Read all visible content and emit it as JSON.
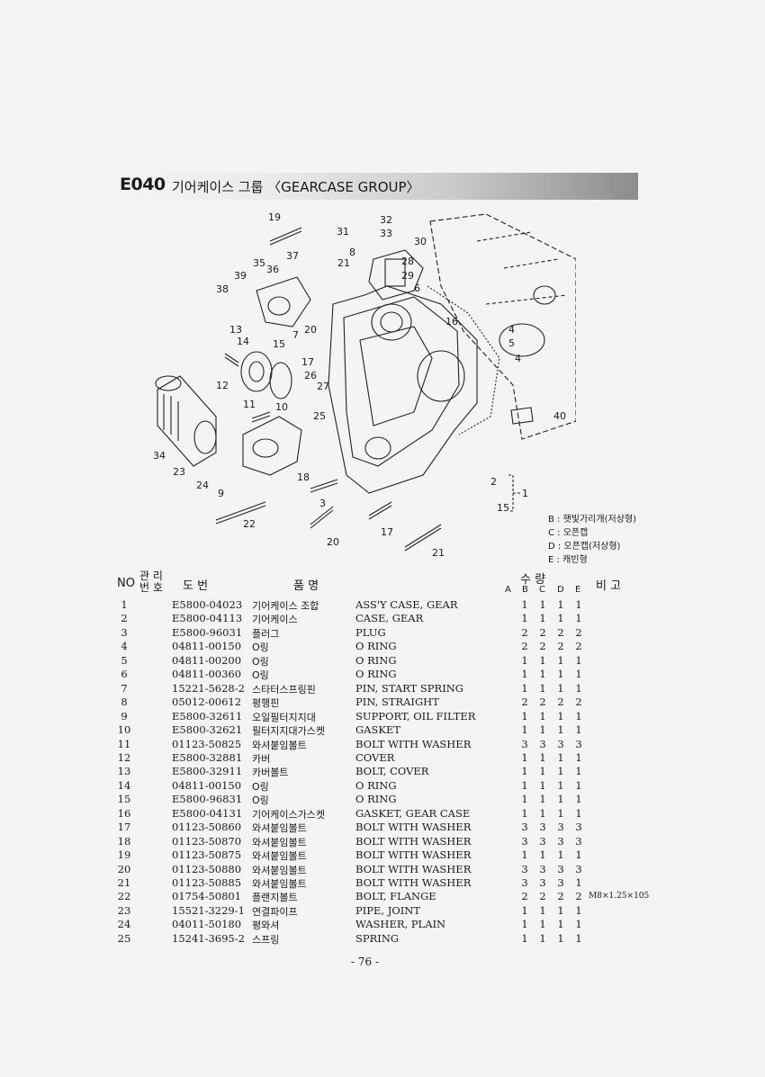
{
  "header": {
    "code": "E040",
    "title": "기어케이스 그룹 〈GEARCASE GROUP〉"
  },
  "diagram": {
    "callouts": [
      "1",
      "2",
      "3",
      "4",
      "5",
      "6",
      "7",
      "8",
      "9",
      "10",
      "11",
      "12",
      "13",
      "14",
      "15",
      "16",
      "17",
      "18",
      "19",
      "20",
      "21",
      "22",
      "23",
      "24",
      "25",
      "26",
      "27",
      "28",
      "29",
      "30",
      "31",
      "32",
      "33",
      "34",
      "35",
      "36",
      "37",
      "38",
      "39",
      "40"
    ]
  },
  "legend": [
    "B : 햇빛가리개(저상형)",
    "C : 오픈캡",
    "D : 오픈캡(저상형)",
    "E : 캐빈형"
  ],
  "table_header": {
    "no": "NO",
    "mgmt_top": "관 리",
    "mgmt_bottom": "번 호",
    "drawing_no": "도   번",
    "name": "품                  명",
    "qty": "수       량",
    "qty_cols": [
      "A",
      "B",
      "C",
      "D",
      "E"
    ],
    "remarks": "비  고"
  },
  "rows": [
    {
      "no": "1",
      "pn": "E5800-04023",
      "kr": "기어케이스 조합",
      "en": "ASS'Y CASE, GEAR",
      "b": "1",
      "c": "1",
      "d": "1",
      "e": "1",
      "rm": ""
    },
    {
      "no": "2",
      "pn": "E5800-04113",
      "kr": "기어케이스",
      "en": "CASE, GEAR",
      "b": "1",
      "c": "1",
      "d": "1",
      "e": "1",
      "rm": ""
    },
    {
      "no": "3",
      "pn": "E5800-96031",
      "kr": "플러그",
      "en": "PLUG",
      "b": "2",
      "c": "2",
      "d": "2",
      "e": "2",
      "rm": ""
    },
    {
      "no": "4",
      "pn": "04811-00150",
      "kr": "O링",
      "en": "O RING",
      "b": "2",
      "c": "2",
      "d": "2",
      "e": "2",
      "rm": ""
    },
    {
      "no": "5",
      "pn": "04811-00200",
      "kr": "O링",
      "en": "O RING",
      "b": "1",
      "c": "1",
      "d": "1",
      "e": "1",
      "rm": ""
    },
    {
      "no": "6",
      "pn": "04811-00360",
      "kr": "O링",
      "en": "O RING",
      "b": "1",
      "c": "1",
      "d": "1",
      "e": "1",
      "rm": ""
    },
    {
      "no": "7",
      "pn": "15221-5628-2",
      "kr": "스타터스프링핀",
      "en": "PIN, START SPRING",
      "b": "1",
      "c": "1",
      "d": "1",
      "e": "1",
      "rm": ""
    },
    {
      "no": "8",
      "pn": "05012-00612",
      "kr": "평행핀",
      "en": "PIN, STRAIGHT",
      "b": "2",
      "c": "2",
      "d": "2",
      "e": "2",
      "rm": ""
    },
    {
      "no": "9",
      "pn": "E5800-32611",
      "kr": "오일필터지지대",
      "en": "SUPPORT, OIL FILTER",
      "b": "1",
      "c": "1",
      "d": "1",
      "e": "1",
      "rm": ""
    },
    {
      "no": "10",
      "pn": "E5800-32621",
      "kr": "필터지지대가스켓",
      "en": "GASKET",
      "b": "1",
      "c": "1",
      "d": "1",
      "e": "1",
      "rm": ""
    },
    {
      "no": "11",
      "pn": "01123-50825",
      "kr": "와셔붙임볼트",
      "en": "BOLT WITH WASHER",
      "b": "3",
      "c": "3",
      "d": "3",
      "e": "3",
      "rm": ""
    },
    {
      "no": "12",
      "pn": "E5800-32881",
      "kr": "카버",
      "en": "COVER",
      "b": "1",
      "c": "1",
      "d": "1",
      "e": "1",
      "rm": ""
    },
    {
      "no": "13",
      "pn": "E5800-32911",
      "kr": "카버볼트",
      "en": "BOLT, COVER",
      "b": "1",
      "c": "1",
      "d": "1",
      "e": "1",
      "rm": ""
    },
    {
      "no": "14",
      "pn": "04811-00150",
      "kr": "O링",
      "en": "O RING",
      "b": "1",
      "c": "1",
      "d": "1",
      "e": "1",
      "rm": ""
    },
    {
      "no": "15",
      "pn": "E5800-96831",
      "kr": "O링",
      "en": "O RING",
      "b": "1",
      "c": "1",
      "d": "1",
      "e": "1",
      "rm": ""
    },
    {
      "no": "16",
      "pn": "E5800-04131",
      "kr": "기어케이스가스켓",
      "en": "GASKET, GEAR CASE",
      "b": "1",
      "c": "1",
      "d": "1",
      "e": "1",
      "rm": ""
    },
    {
      "no": "17",
      "pn": "01123-50860",
      "kr": "와셔붙임볼트",
      "en": "BOLT WITH WASHER",
      "b": "3",
      "c": "3",
      "d": "3",
      "e": "3",
      "rm": ""
    },
    {
      "no": "18",
      "pn": "01123-50870",
      "kr": "와셔붙임볼트",
      "en": "BOLT WITH WASHER",
      "b": "3",
      "c": "3",
      "d": "3",
      "e": "3",
      "rm": ""
    },
    {
      "no": "19",
      "pn": "01123-50875",
      "kr": "와셔붙임볼트",
      "en": "BOLT WITH WASHER",
      "b": "1",
      "c": "1",
      "d": "1",
      "e": "1",
      "rm": ""
    },
    {
      "no": "20",
      "pn": "01123-50880",
      "kr": "와셔붙임볼트",
      "en": "BOLT WITH WASHER",
      "b": "3",
      "c": "3",
      "d": "3",
      "e": "3",
      "rm": ""
    },
    {
      "no": "21",
      "pn": "01123-50885",
      "kr": "와셔붙임볼트",
      "en": "BOLT WITH WASHER",
      "b": "3",
      "c": "3",
      "d": "3",
      "e": "1",
      "rm": ""
    },
    {
      "no": "22",
      "pn": "01754-50801",
      "kr": "플랜지볼트",
      "en": "BOLT, FLANGE",
      "b": "2",
      "c": "2",
      "d": "2",
      "e": "2",
      "rm": "M8×1.25×105"
    },
    {
      "no": "23",
      "pn": "15521-3229-1",
      "kr": "연결파이프",
      "en": "PIPE, JOINT",
      "b": "1",
      "c": "1",
      "d": "1",
      "e": "1",
      "rm": ""
    },
    {
      "no": "24",
      "pn": "04011-50180",
      "kr": "평와셔",
      "en": "WASHER, PLAIN",
      "b": "1",
      "c": "1",
      "d": "1",
      "e": "1",
      "rm": ""
    },
    {
      "no": "25",
      "pn": "15241-3695-2",
      "kr": "스프링",
      "en": "SPRING",
      "b": "1",
      "c": "1",
      "d": "1",
      "e": "1",
      "rm": ""
    }
  ],
  "page_number": "- 76 -"
}
